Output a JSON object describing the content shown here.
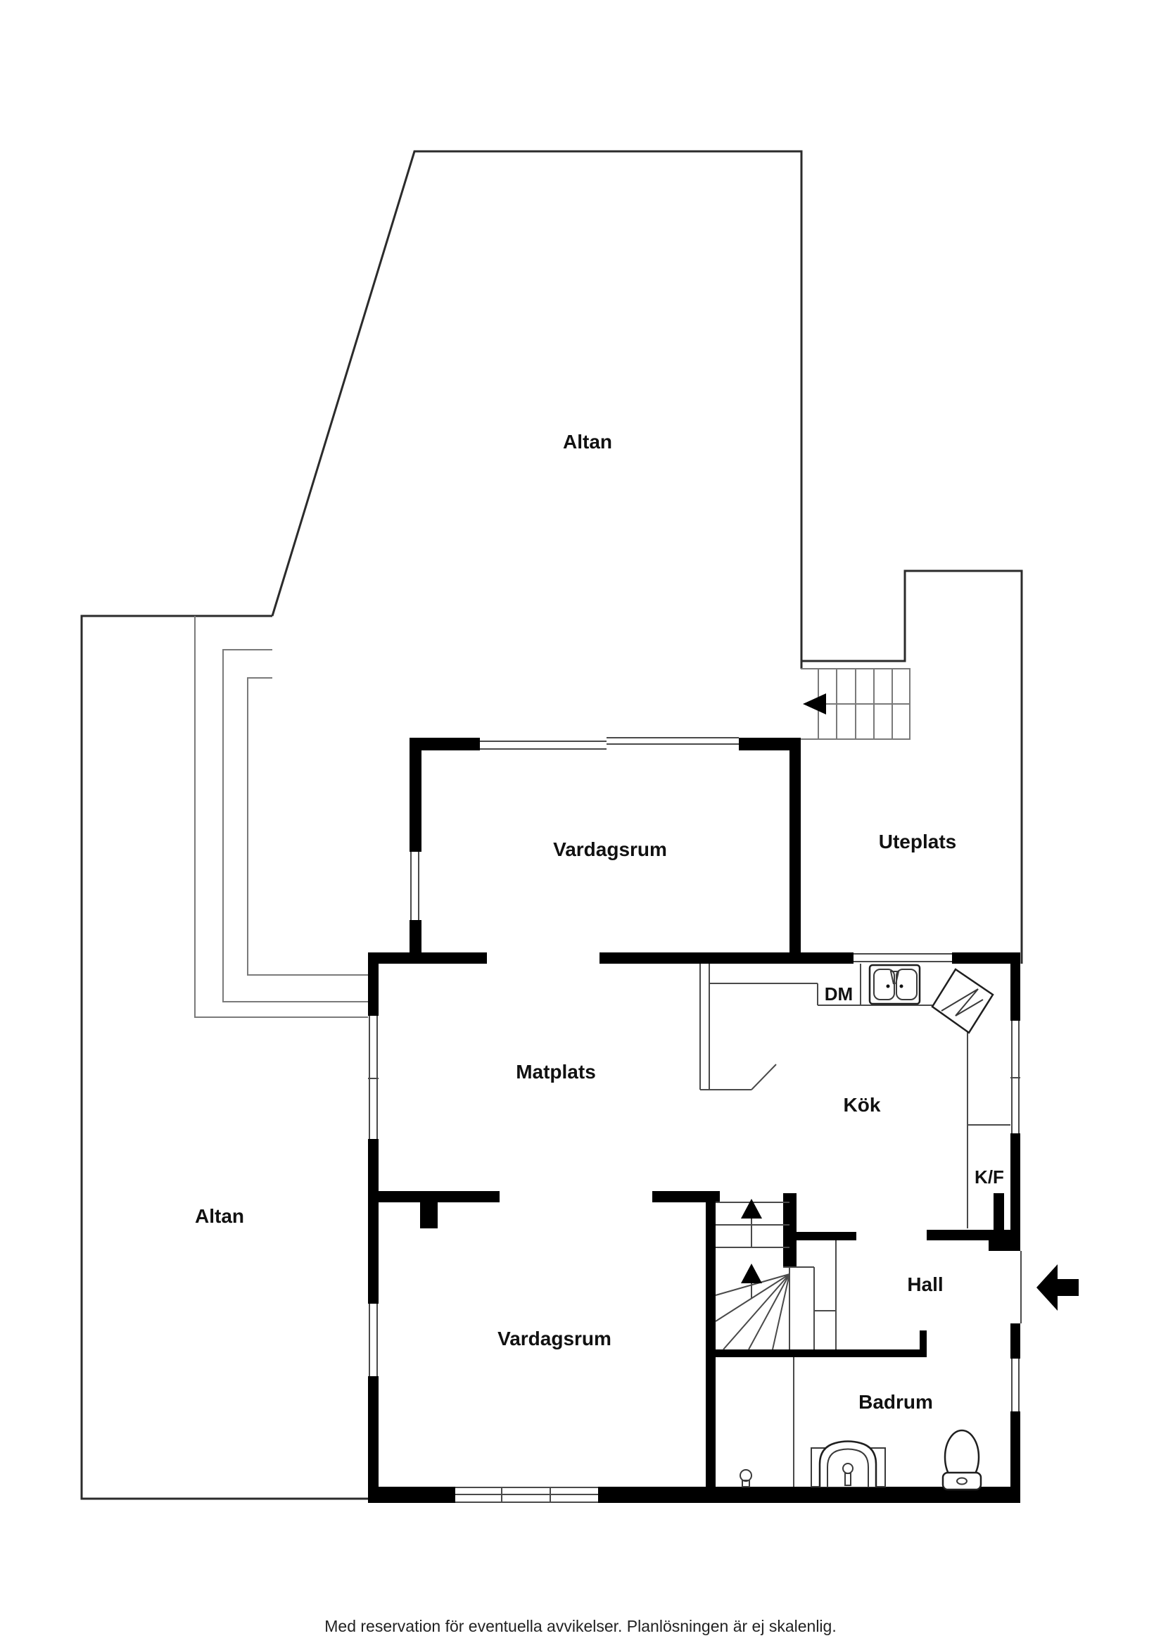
{
  "rooms": {
    "altan_top": "Altan",
    "altan_left": "Altan",
    "uteplats": "Uteplats",
    "vardagsrum_upper": "Vardagsrum",
    "vardagsrum_lower": "Vardagsrum",
    "matplats": "Matplats",
    "kok": "Kök",
    "hall": "Hall",
    "badrum": "Badrum"
  },
  "appliances": {
    "dishwasher": "DM",
    "fridge_freezer": "K/F"
  },
  "footer": {
    "disclaimer": "Med reservation för eventuella avvikelser. Planlösningen är ej skalenlig."
  },
  "symbols": {
    "entry_arrow": "entry-direction-arrow",
    "stairs_up_arrows": "stairs-direction-arrows",
    "kitchen_sink": "double-bowl-sink",
    "corner_unit": "corner-stove-unit",
    "bathroom_sink": "washbasin",
    "toilet": "toilet",
    "floor_drain": "floor-drain"
  },
  "colors": {
    "wall": "#000000",
    "line": "#4a4a4a",
    "outline": "#2b2b2b",
    "deck_line": "#7a7a7a",
    "text": "#111111",
    "background": "#ffffff"
  }
}
